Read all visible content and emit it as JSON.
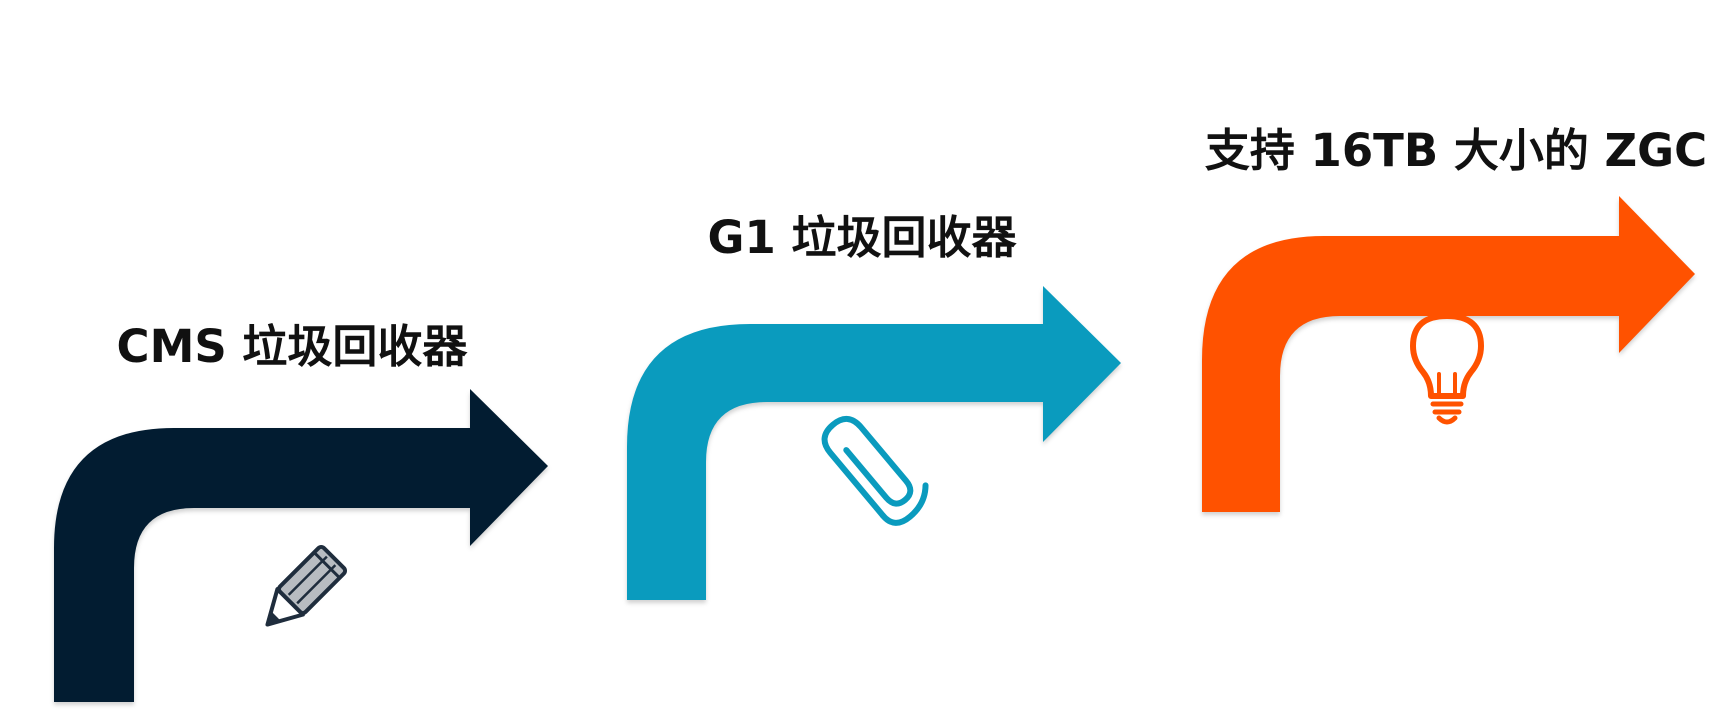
{
  "diagram": {
    "steps": [
      {
        "label": "CMS 垃圾回收器",
        "color": "#021C31",
        "icon": "pencil-icon"
      },
      {
        "label": "G1 垃圾回收器",
        "color": "#0A9BBE",
        "icon": "paperclip-icon"
      },
      {
        "label": "支持 16TB 大小的 ZGC",
        "color": "#FF5200",
        "icon": "lightbulb-icon"
      }
    ]
  }
}
